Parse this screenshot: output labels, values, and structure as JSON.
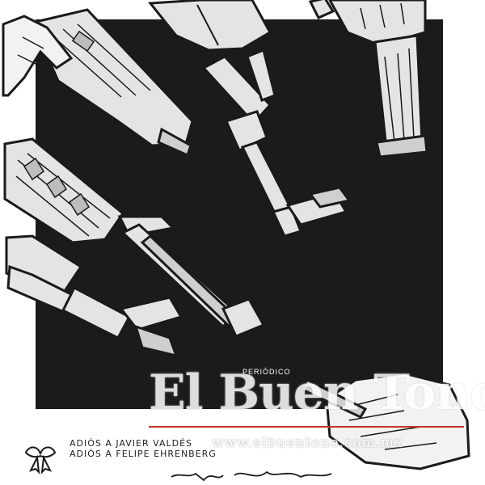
{
  "watermark": {
    "small_label": "PERIÓDICO",
    "brand": "El Buen Tono",
    "url": "www.elbuentono.com.mx",
    "accent_color": "#c0392b"
  },
  "caption": {
    "line1": "ADIÓS A JAVIER VALDÉS",
    "line2": "ADIÓS A FELIPE EHRENBERG"
  },
  "colors": {
    "panel": "#1b1b1b",
    "metal": "#e4e4e4",
    "ink": "#1a1a1a"
  }
}
